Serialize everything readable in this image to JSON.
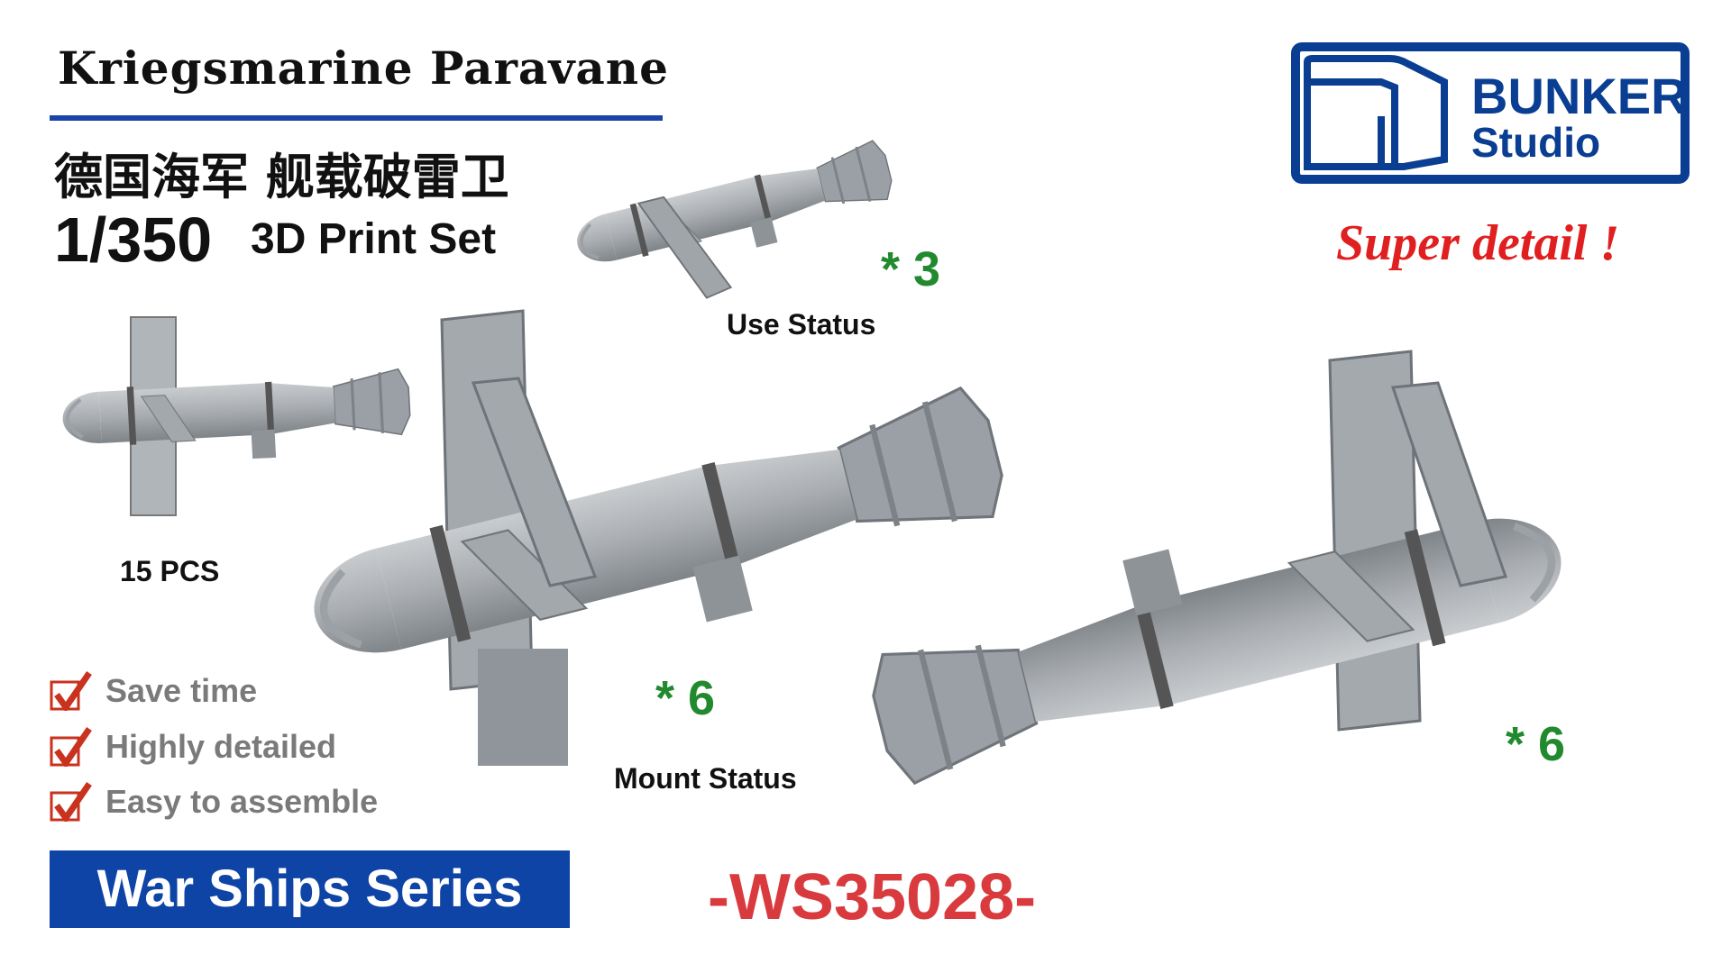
{
  "header": {
    "title": "Kriegsmarine Paravane",
    "title_cn": "德国海军 舰载破雷卫",
    "scale": "1/350",
    "kit_type": "3D Print Set"
  },
  "brand": {
    "line1": "BUNKER",
    "line2": "Studio",
    "color": "#0a3e92"
  },
  "tagline": "Super detail !",
  "views": [
    {
      "quantity": "* 3",
      "caption": "Use Status"
    },
    {
      "caption": "15 PCS"
    },
    {
      "quantity": "* 6",
      "caption": "Mount Status"
    },
    {
      "quantity": "* 6"
    }
  ],
  "features": [
    "Save time",
    "Highly detailed",
    "Easy to assemble"
  ],
  "series": "War Ships Series",
  "product_code": "-WS35028-",
  "colors": {
    "accent_blue": "#0d44a6",
    "red": "#d83a3e",
    "green": "#228a2e"
  }
}
